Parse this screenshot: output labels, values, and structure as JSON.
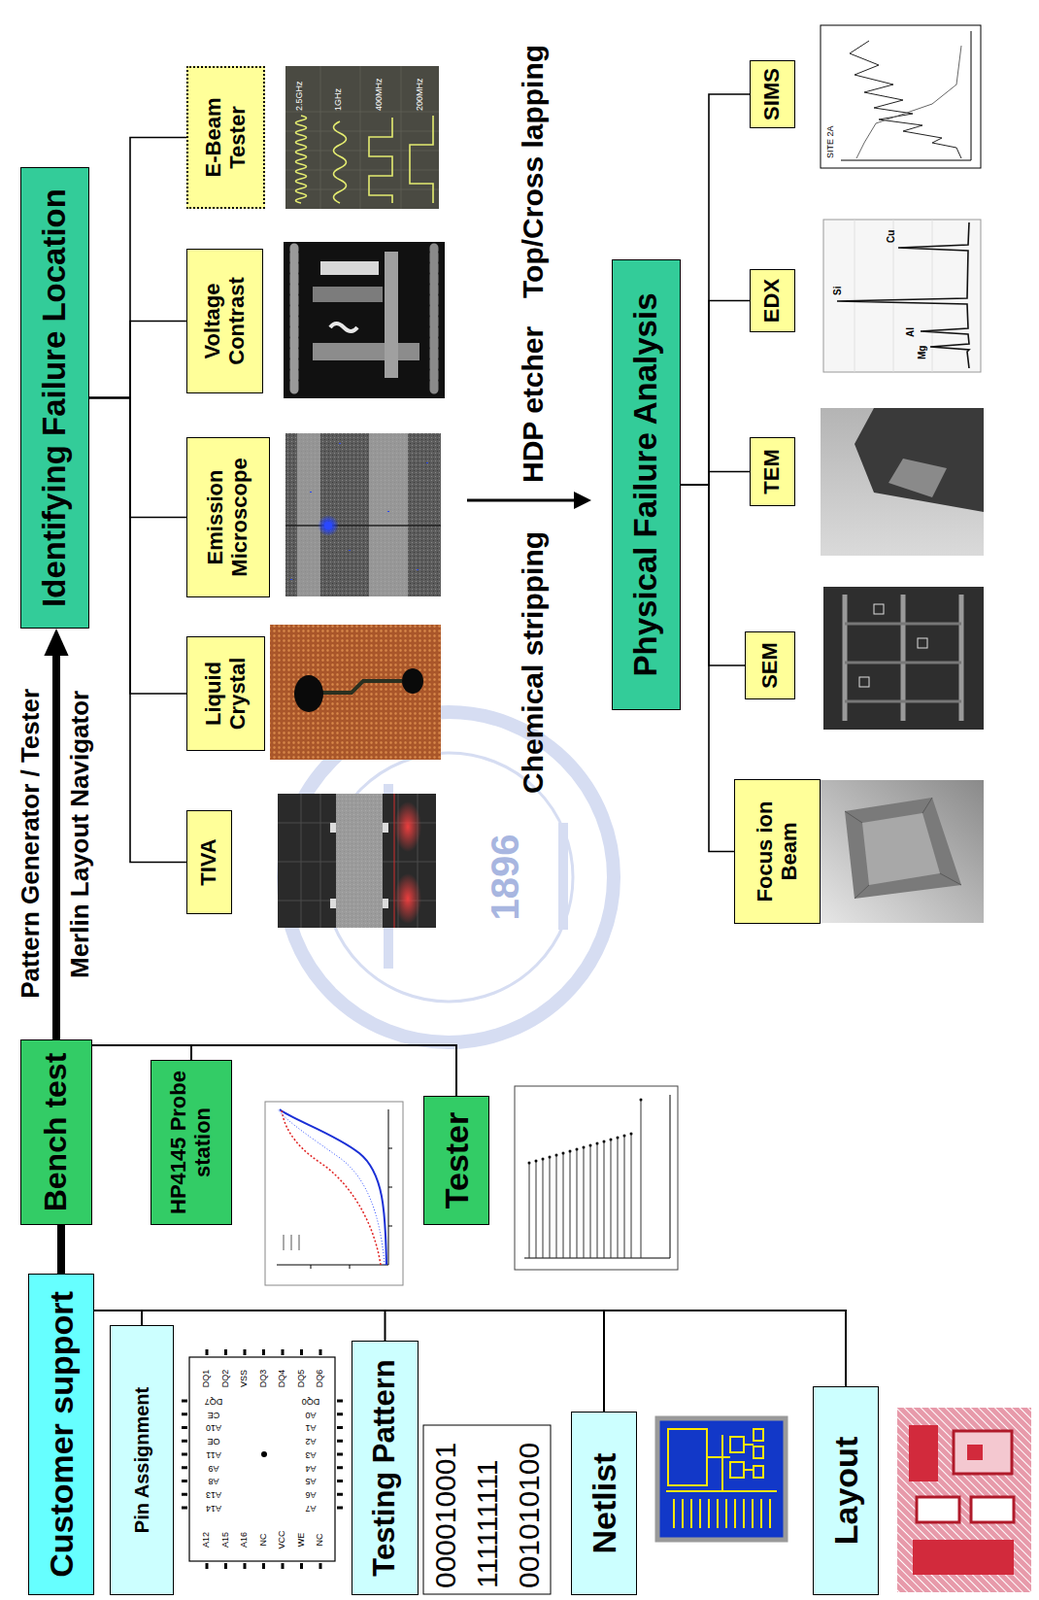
{
  "diagram": {
    "nodes": [
      {
        "text": [
          "Customer support"
        ]
      },
      {
        "text": [
          "Pin Assignment"
        ]
      },
      {
        "text": [
          "Testing Pattern"
        ]
      },
      {
        "text": [
          "Netlist"
        ]
      },
      {
        "text": [
          "Layout"
        ]
      },
      {
        "text": [
          "Bench test"
        ]
      },
      {
        "text": [
          "HP4145 Probe station"
        ]
      },
      {
        "text": [
          "Tester"
        ]
      },
      {
        "text": [
          "Identifying Failure Location"
        ]
      },
      {
        "text": [
          "TIVA"
        ]
      },
      {
        "text": [
          "Liquid Crystal"
        ]
      },
      {
        "text": [
          "Emission Microscope"
        ]
      },
      {
        "text": [
          "Voltage Contrast"
        ]
      },
      {
        "text": [
          "E-Beam Tester"
        ]
      },
      {
        "text": [
          "Physical Failure Analysis"
        ]
      },
      {
        "text": [
          "Focus ion Beam"
        ]
      },
      {
        "text": [
          "SEM"
        ]
      },
      {
        "text": [
          "TEM"
        ]
      },
      {
        "text": [
          "EDX"
        ]
      },
      {
        "text": [
          "SIMS"
        ]
      }
    ],
    "edges": [
      {
        "from": 0,
        "to": 1,
        "arrow": "none"
      },
      {
        "from": 0,
        "to": 2,
        "arrow": "none"
      },
      {
        "from": 0,
        "to": 3,
        "arrow": "none"
      },
      {
        "from": 0,
        "to": 4,
        "arrow": "none"
      },
      {
        "from": 0,
        "to": 5,
        "arrow": "none"
      },
      {
        "from": 5,
        "to": 6,
        "arrow": "none"
      },
      {
        "from": 5,
        "to": 7,
        "arrow": "none"
      },
      {
        "from": 5,
        "to": 8,
        "label": "Pattern Generator / Tester",
        "arrow": "to"
      },
      {
        "from": 8,
        "to": 9,
        "arrow": "none"
      },
      {
        "from": 8,
        "to": 10,
        "arrow": "none"
      },
      {
        "from": 8,
        "to": 11,
        "arrow": "none"
      },
      {
        "from": 8,
        "to": 12,
        "arrow": "none"
      },
      {
        "from": 8,
        "to": 13,
        "arrow": "none"
      },
      {
        "from": 14,
        "to": 15,
        "arrow": "none"
      },
      {
        "from": 14,
        "to": 16,
        "arrow": "none"
      },
      {
        "from": 14,
        "to": 17,
        "arrow": "none"
      },
      {
        "from": 14,
        "to": 18,
        "arrow": "none"
      },
      {
        "from": 14,
        "to": 19,
        "arrow": "none"
      }
    ],
    "labels": [
      "Merlin Layout Navigator",
      "Chemical stripping",
      "HDP etcher",
      "Top/Cross lapping",
      "000010001",
      "111111111",
      "001010100",
      "2.5GHz",
      "1GHz",
      "400MHz",
      "200MHz",
      "SITE 2A",
      "Si",
      "Al",
      "Mg",
      "Cu",
      "1896",
      "A12",
      "A15",
      "A16",
      "NC",
      "VCC",
      "WE",
      "NC",
      "A14",
      "A13",
      "A8",
      "A9",
      "A11",
      "OE",
      "A10",
      "CE",
      "DQ7",
      "A7",
      "A6",
      "A5",
      "A4",
      "A3",
      "A2",
      "A1",
      "A0",
      "DQ0",
      "DQ1",
      "DQ2",
      "VSS",
      "DQ3",
      "DQ4",
      "DQ5",
      "DQ6"
    ]
  }
}
